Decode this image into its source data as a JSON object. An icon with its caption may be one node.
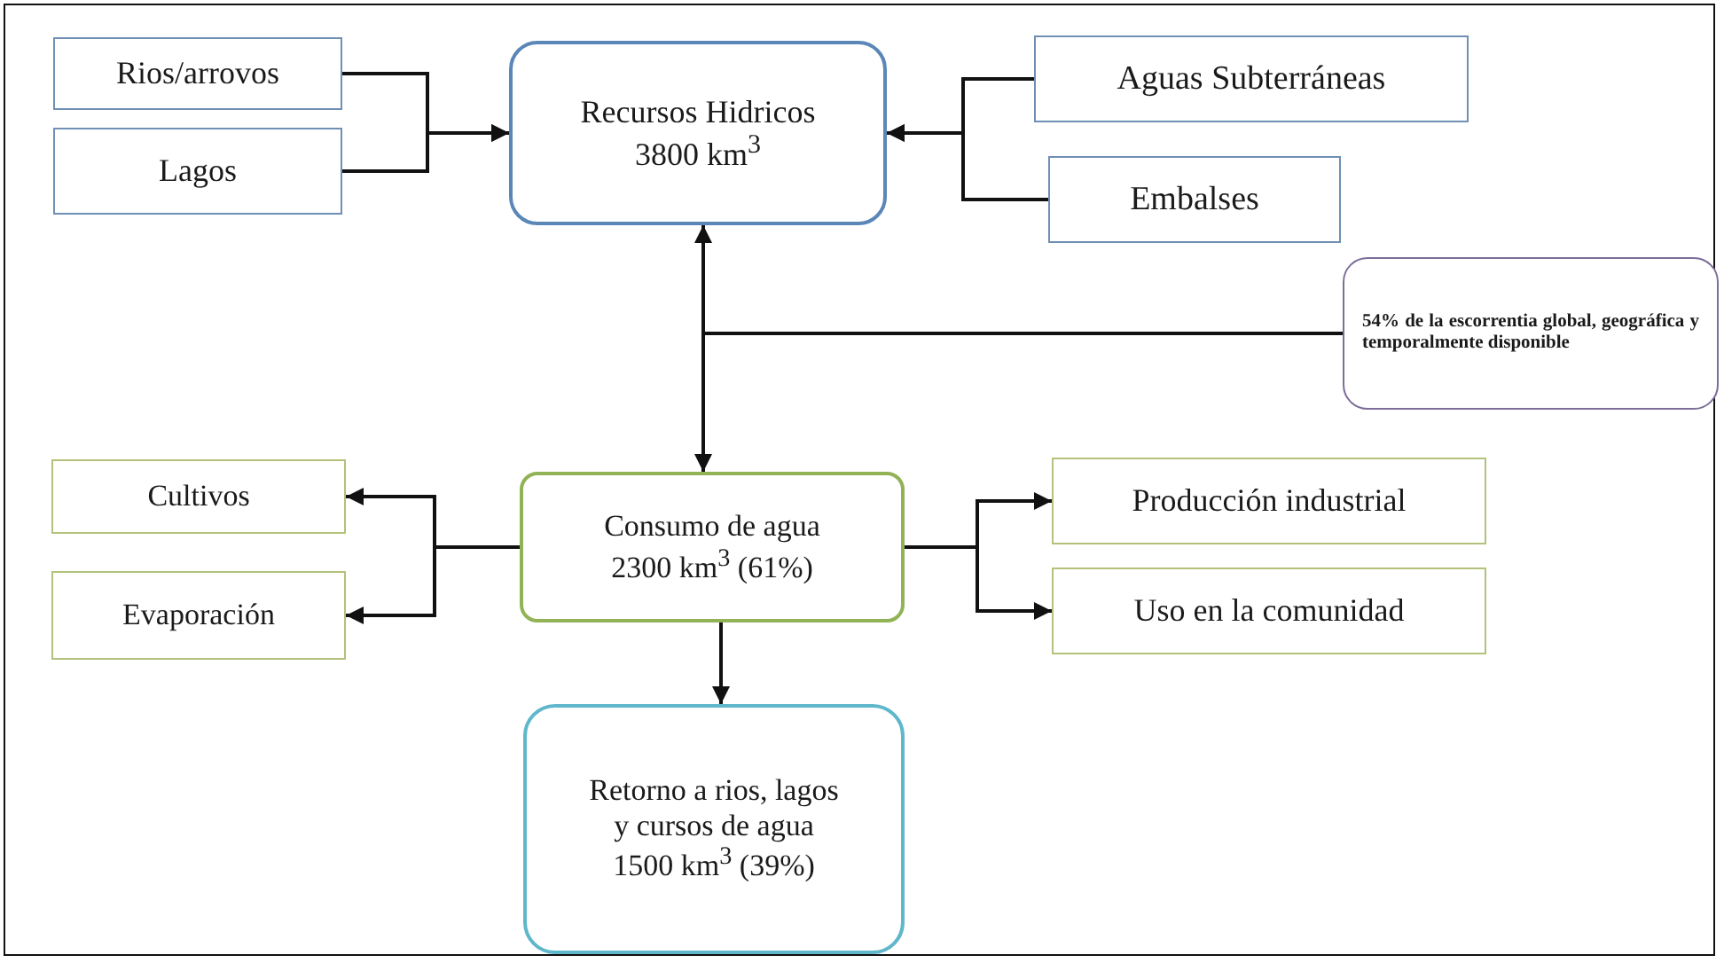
{
  "diagram": {
    "nodes": [
      {
        "text": [
          "Rios/arrovos"
        ]
      },
      {
        "text": [
          "Lagos"
        ]
      },
      {
        "text": [
          "Recursos Hidricos 3800 km$^{3}$"
        ]
      },
      {
        "text": [
          "Aguas Subterráneas"
        ]
      },
      {
        "text": [
          "Embalses"
        ]
      },
      {
        "text": [
          "54% de la escorrentia global, geográfica y temporalmente disponible"
        ]
      },
      {
        "text": [
          "Cultivos"
        ]
      },
      {
        "text": [
          "Evaporación"
        ]
      },
      {
        "text": [
          "Consumo de agua 2300 km$^{3}$ (61%)"
        ]
      },
      {
        "text": [
          "Producción industrial"
        ]
      },
      {
        "text": [
          "Uso en la comunidad"
        ]
      },
      {
        "text": [
          "Retorno a rios, lagos y cursos de agua 1500 km$^{3}$ (39%)"
        ]
      }
    ],
    "edges": [
      {
        "from": 0,
        "to": 2,
        "arrow": "to"
      },
      {
        "from": 1,
        "to": 2,
        "arrow": "to"
      },
      {
        "from": 3,
        "to": 2,
        "arrow": "to"
      },
      {
        "from": 4,
        "to": 2,
        "arrow": "to"
      },
      {
        "from": 2,
        "to": 8,
        "arrow": "both"
      },
      {
        "from": 5,
        "to": null,
        "arrow": "none"
      },
      {
        "from": 8,
        "to": 6,
        "arrow": "to"
      },
      {
        "from": 8,
        "to": 7,
        "arrow": "to"
      },
      {
        "from": 8,
        "to": 9,
        "arrow": "to"
      },
      {
        "from": 8,
        "to": 10,
        "arrow": "to"
      },
      {
        "from": 8,
        "to": 11,
        "arrow": "to"
      }
    ]
  }
}
